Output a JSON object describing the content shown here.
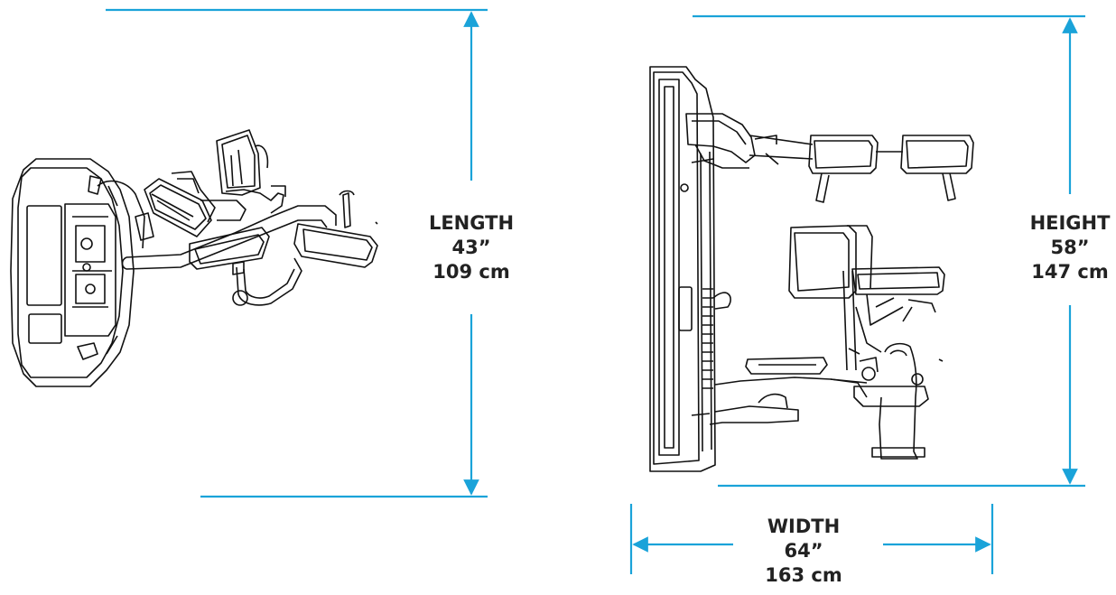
{
  "colors": {
    "dimension_line": "#1aa3d9",
    "drawing_line": "#111111",
    "label_text": "#222222"
  },
  "dimensions": {
    "length": {
      "name": "LENGTH",
      "inches": "43”",
      "cm": "109 cm"
    },
    "height": {
      "name": "HEIGHT",
      "inches": "58”",
      "cm": "147 cm"
    },
    "width": {
      "name": "WIDTH",
      "inches": "64”",
      "cm": "163 cm"
    }
  },
  "views": {
    "top": {
      "icon": "machine-top-view-drawing"
    },
    "side": {
      "icon": "machine-side-view-drawing"
    }
  }
}
